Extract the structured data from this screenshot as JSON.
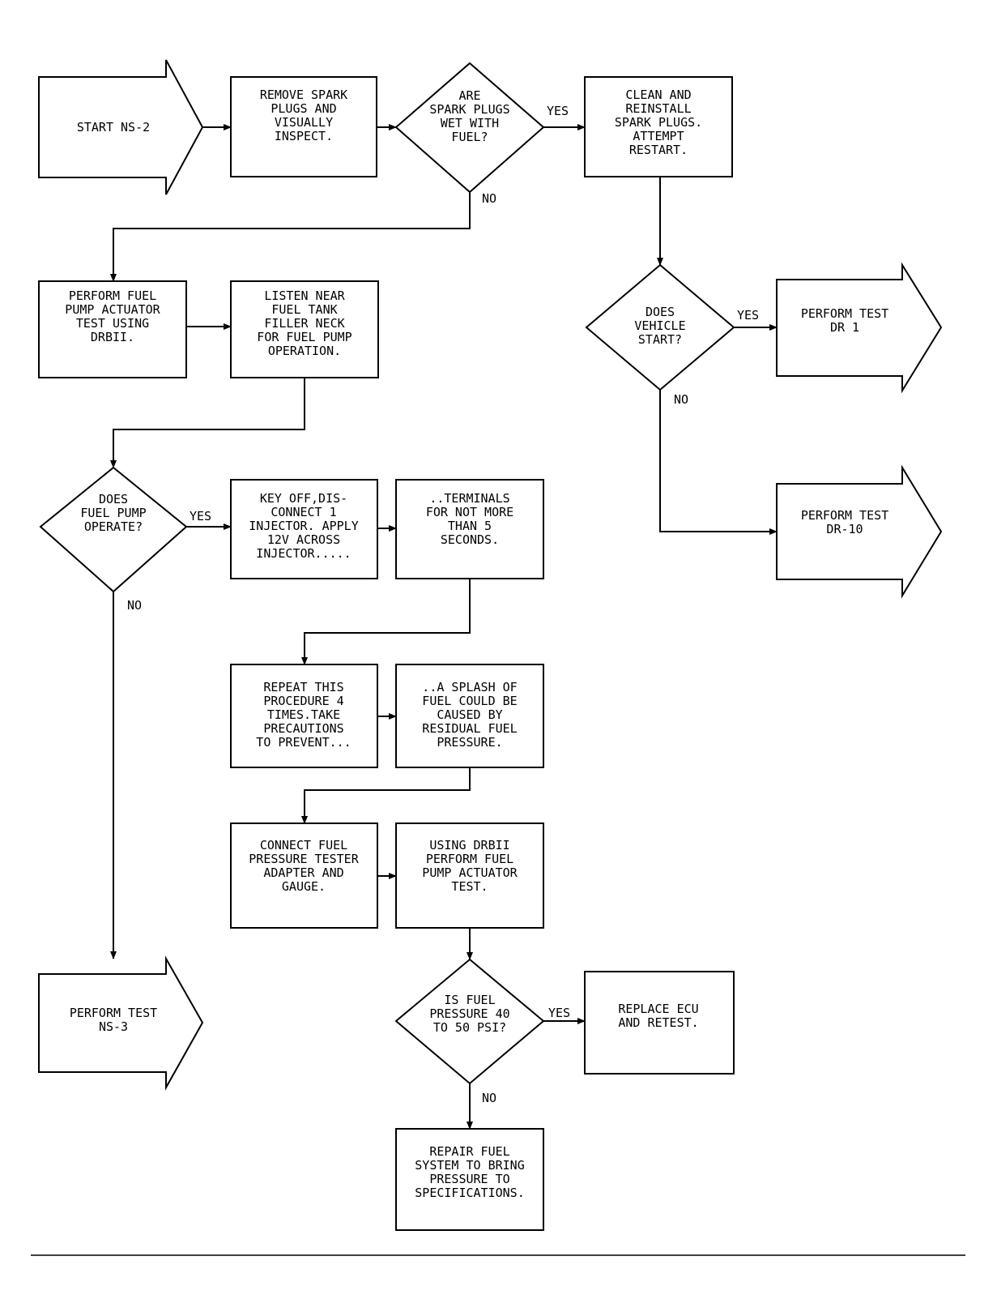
{
  "nodes": {
    "start": [
      "START NS-2"
    ],
    "remove_plugs": [
      "REMOVE SPARK",
      "PLUGS AND",
      "VISUALLY",
      "INSPECT."
    ],
    "plugs_wet": [
      "ARE",
      "SPARK PLUGS",
      "WET WITH",
      "FUEL?"
    ],
    "clean_reinstall": [
      "CLEAN AND",
      "REINSTALL",
      "SPARK PLUGS.",
      "ATTEMPT",
      "RESTART."
    ],
    "vehicle_start": [
      "DOES",
      "VEHICLE",
      "START?"
    ],
    "test_dr1": [
      "PERFORM TEST",
      "DR 1"
    ],
    "test_dr10": [
      "PERFORM TEST",
      "DR-10"
    ],
    "pump_actuator": [
      "PERFORM FUEL",
      "PUMP ACTUATOR",
      "TEST USING",
      "DRBII."
    ],
    "listen_tank": [
      "LISTEN NEAR",
      "FUEL TANK",
      "FILLER NECK",
      "FOR FUEL PUMP",
      "OPERATION."
    ],
    "pump_operate": [
      "DOES",
      "FUEL PUMP",
      "OPERATE?"
    ],
    "key_off": [
      "KEY OFF,DIS-",
      "CONNECT 1",
      "INJECTOR. APPLY",
      "12V ACROSS",
      "INJECTOR....."
    ],
    "terminals": [
      "..TERMINALS",
      "FOR NOT MORE",
      "THAN 5",
      "SECONDS."
    ],
    "repeat": [
      "REPEAT THIS",
      "PROCEDURE 4",
      "TIMES.TAKE",
      "PRECAUTIONS",
      "TO PREVENT..."
    ],
    "splash": [
      "..A SPLASH OF",
      "FUEL COULD BE",
      "CAUSED BY",
      "RESIDUAL FUEL",
      "PRESSURE."
    ],
    "connect_tester": [
      "CONNECT FUEL",
      "PRESSURE TESTER",
      "ADAPTER AND",
      "GAUGE."
    ],
    "using_drbii": [
      "USING DRBII",
      "PERFORM FUEL",
      "PUMP ACTUATOR",
      "TEST."
    ],
    "pressure_check": [
      "IS FUEL",
      "PRESSURE 40",
      "TO 50 PSI?"
    ],
    "replace_ecu": [
      "REPLACE ECU",
      "AND RETEST."
    ],
    "repair_fuel": [
      "REPAIR FUEL",
      "SYSTEM TO BRING",
      "PRESSURE TO",
      "SPECIFICATIONS."
    ],
    "test_ns3": [
      "PERFORM TEST",
      "NS-3"
    ]
  },
  "labels": {
    "yes": "YES",
    "no": "NO"
  }
}
